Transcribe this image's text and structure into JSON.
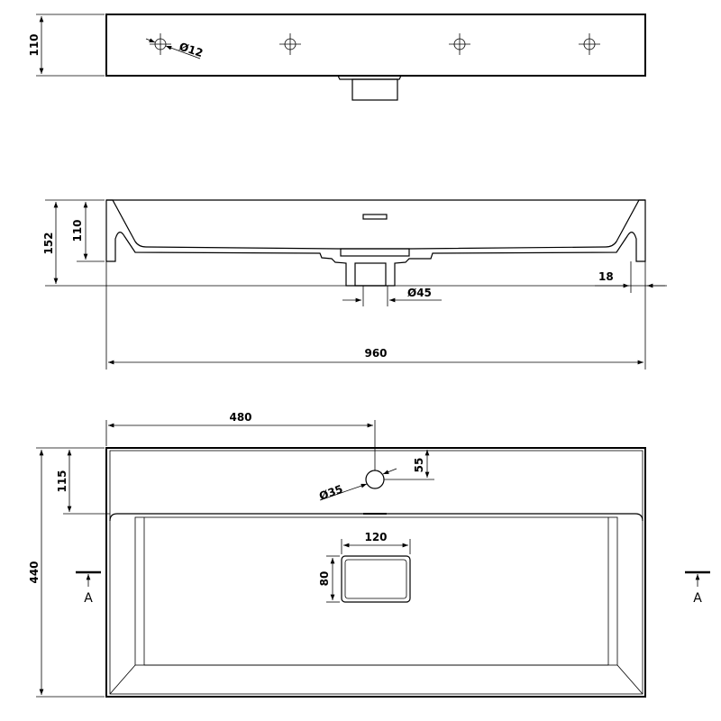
{
  "top_view": {
    "dim_height": "110",
    "hole_label": "Ø12"
  },
  "section_view": {
    "dim_total_height": "152",
    "dim_basin_height": "110",
    "dim_drain": "Ø45",
    "dim_wall": "18",
    "dim_width": "960"
  },
  "plan_view": {
    "dim_tap_x": "480",
    "dim_deck": "115",
    "dim_tap_y": "55",
    "dim_tap_hole": "Ø35",
    "dim_drain_w": "120",
    "dim_drain_h": "80",
    "dim_depth": "440",
    "section_mark_left": "A",
    "section_mark_right": "A"
  }
}
